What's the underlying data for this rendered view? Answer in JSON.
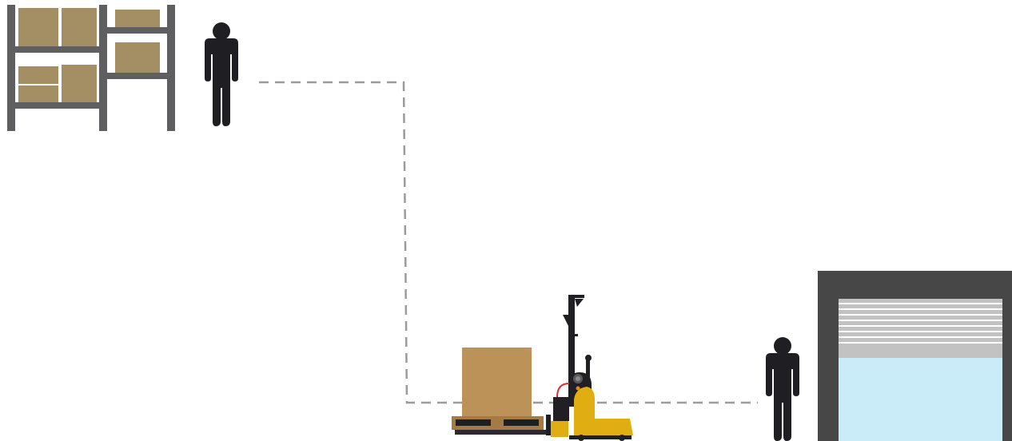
{
  "scene": {
    "elements": [
      {
        "id": "storage-rack",
        "icon": "shelving-rack-icon"
      },
      {
        "id": "picker-person",
        "icon": "person-icon"
      },
      {
        "id": "route-path",
        "icon": "dashed-route-line"
      },
      {
        "id": "pallet-with-box",
        "icon": "pallet-icon"
      },
      {
        "id": "pallet-stacker",
        "icon": "forklift-stacker-icon"
      },
      {
        "id": "dock-person",
        "icon": "person-icon"
      },
      {
        "id": "loading-dock-door",
        "icon": "roller-door-icon"
      }
    ]
  },
  "colors": {
    "rack": "#5f5f61",
    "box": "#a48e63",
    "pallet_box": "#bc9259",
    "pallet": "#a57b45",
    "person": "#1f1e22",
    "route": "#9b9b9b",
    "stacker_body": "#e0ad12",
    "stacker_frame": "#202024",
    "door_frame": "#474747",
    "door_shutter": "#c2c2c2",
    "door_opening": "#c9ecf8"
  }
}
